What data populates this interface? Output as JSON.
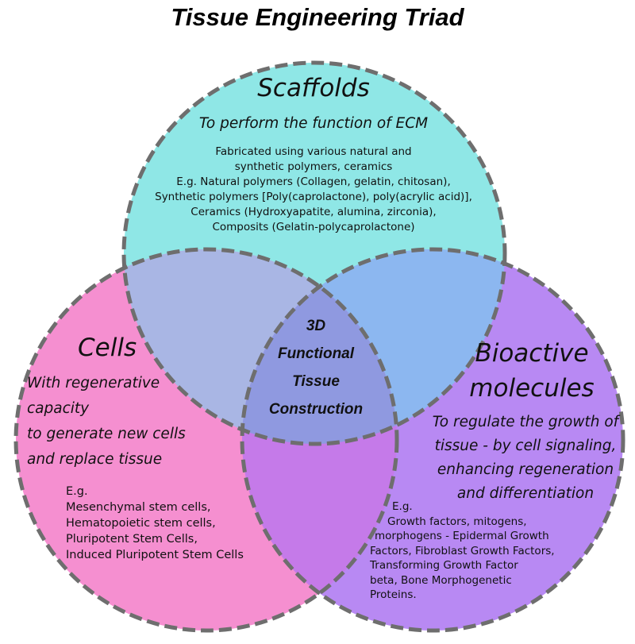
{
  "title": "Tissue Engineering Triad",
  "colors": {
    "scaffolds_fill": "#8fe7e6",
    "cells_fill": "#f58fd0",
    "bioactive_fill": "#b889f3",
    "outline": "#6e6e6e",
    "overlap_cells_scaffolds": "#a9b6e4",
    "overlap_scaffolds_bioactive": "#8cb7f0",
    "overlap_cells_bioactive": "#c57ae9",
    "overlap_center": "#8f99e0"
  },
  "scaffolds": {
    "heading": "Scaffolds",
    "subtitle": "To perform the function of ECM",
    "lines": [
      "Fabricated using various natural and",
      "synthetic polymers, ceramics",
      "E.g. Natural polymers (Collagen, gelatin, chitosan),",
      "Synthetic polymers [Poly(caprolactone), poly(acrylic acid)],",
      "Ceramics (Hydroxyapatite, alumina, zirconia),",
      "Composits (Gelatin-polycaprolactone)"
    ]
  },
  "cells": {
    "heading": "Cells",
    "subtitle_lines": [
      "With regenerative",
      "capacity",
      "to generate new cells",
      "and replace tissue"
    ],
    "lines": [
      "E.g.",
      "Mesenchymal stem cells,",
      "Hematopoietic stem cells,",
      "Pluripotent Stem Cells,",
      "Induced Pluripotent Stem Cells"
    ]
  },
  "bioactive": {
    "heading_lines": [
      "Bioactive",
      "molecules"
    ],
    "subtitle_lines": [
      "To regulate the growth of",
      "tissue - by cell signaling,",
      "enhancing regeneration",
      "and differentiation"
    ],
    "lines": [
      "E.g.",
      "Growth factors, mitogens,",
      "morphogens - Epidermal Growth",
      "Factors, Fibroblast Growth Factors,",
      "Transforming Growth Factor",
      "beta, Bone Morphogenetic",
      "Proteins."
    ]
  },
  "center": {
    "lines": [
      "3D",
      "Functional",
      "Tissue",
      "Construction"
    ]
  }
}
